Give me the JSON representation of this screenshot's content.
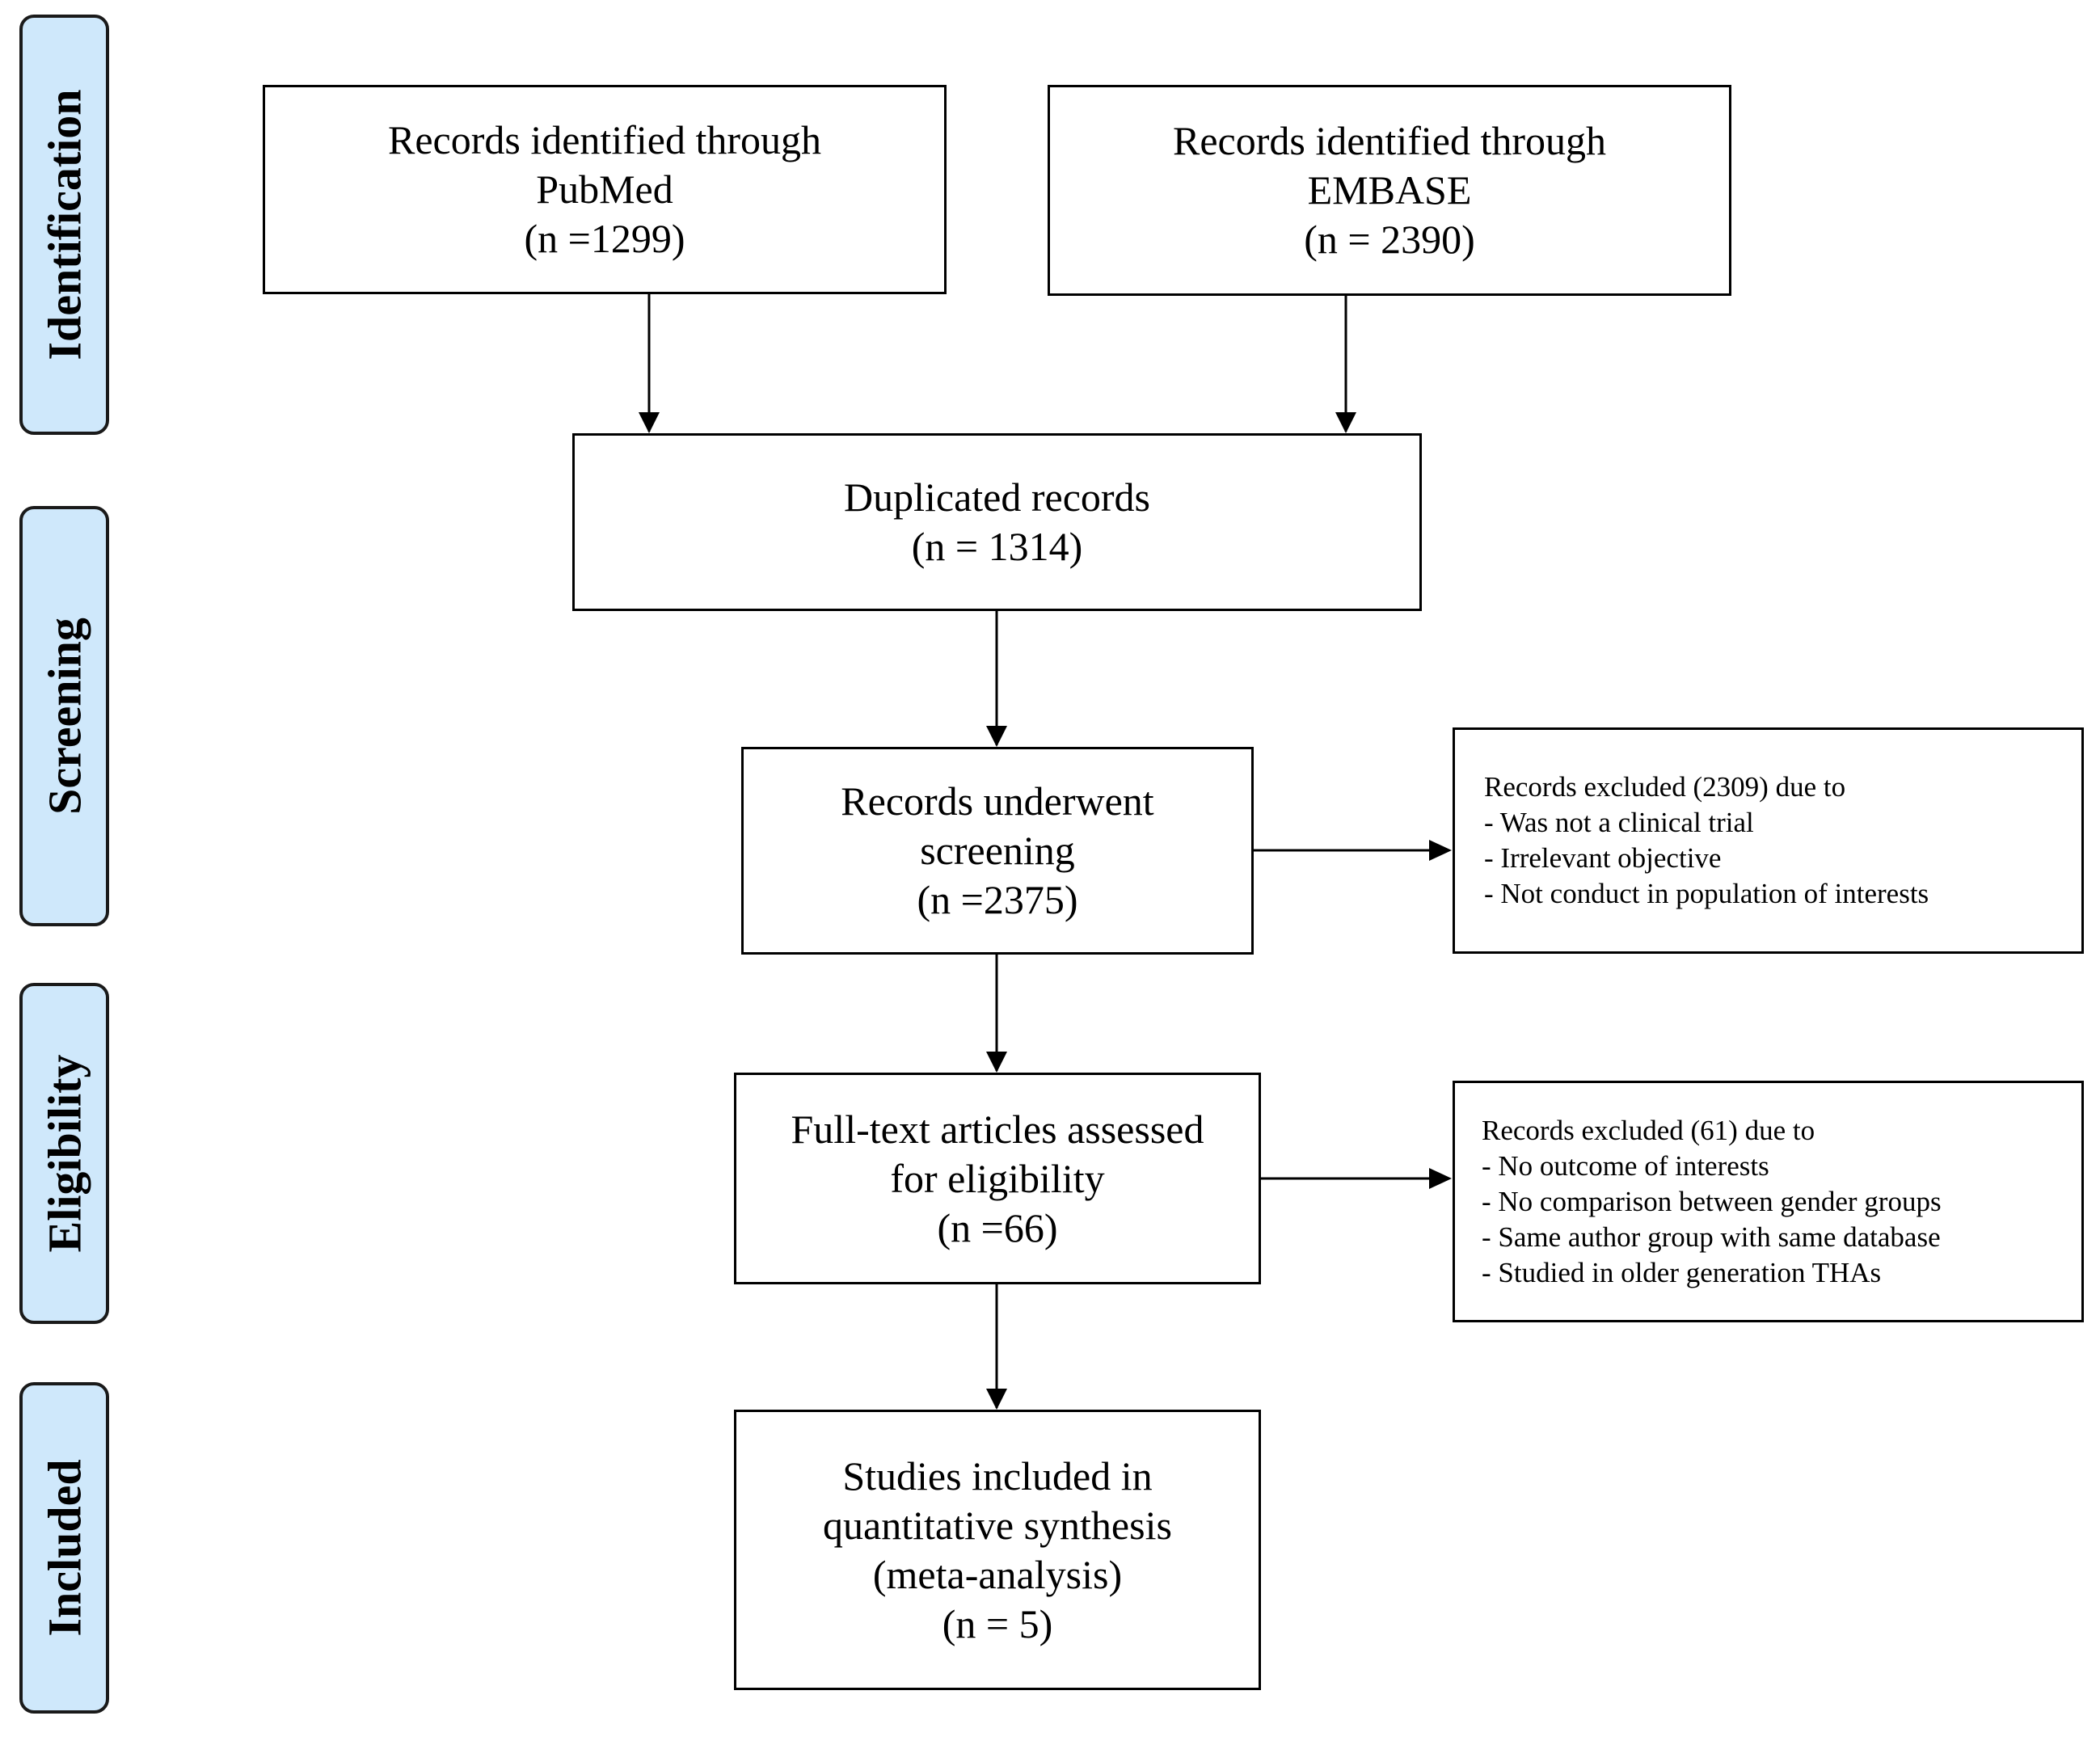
{
  "phases": {
    "identification": "Identification",
    "screening": "Screening",
    "eligibility": "Eligibility",
    "included": "Included"
  },
  "boxes": {
    "pubmed": {
      "line1": "Records identified through",
      "line2": "PubMed",
      "line3": "(n =1299)"
    },
    "embase": {
      "line1": "Records identified through",
      "line2": "EMBASE",
      "line3": "(n = 2390)"
    },
    "duplicated": {
      "line1": "Duplicated records",
      "line2": "(n = 1314)"
    },
    "screened": {
      "line1": "Records underwent",
      "line2": "screening",
      "line3": "(n =2375)"
    },
    "fulltext": {
      "line1": "Full-text articles assessed",
      "line2": "for eligibility",
      "line3": "(n =66)"
    },
    "included": {
      "line1": "Studies included in",
      "line2": "quantitative synthesis",
      "line3": "(meta-analysis)",
      "line4": "(n = 5)"
    }
  },
  "exclusions": {
    "screening": {
      "title": "Records excluded (2309) due to",
      "items": [
        "- Was not a clinical trial",
        "- Irrelevant objective",
        "- Not conduct in population of interests"
      ]
    },
    "eligibility": {
      "title": "Records excluded (61) due to",
      "items": [
        "- No outcome of interests",
        "- No comparison between gender groups",
        "- Same author group with same database",
        "- Studied in older generation THAs"
      ]
    }
  },
  "colors": {
    "phase_fill": "#cfe8fb",
    "stroke": "#000000"
  }
}
